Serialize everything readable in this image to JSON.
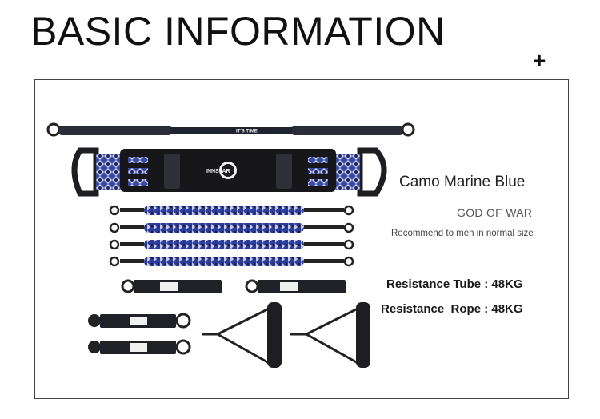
{
  "header": {
    "title": "BASIC INFORMATION",
    "expand_symbol": "+"
  },
  "product": {
    "bar_label": "IT'S TIME",
    "brand_logo": "INNSTAR",
    "color_name": "Camo Marine Blue",
    "subtitle": "GOD OF WAR",
    "recommendation": "Recommend to men in normal size",
    "specs": [
      {
        "text": "Resistance Tube : 48KG"
      },
      {
        "text": "Resistance  Rope : 48KG"
      }
    ]
  },
  "colors": {
    "camo_blue": "#3a4aa8",
    "band_dark": "#1c1c22",
    "band_light": "#cfd3e0"
  }
}
